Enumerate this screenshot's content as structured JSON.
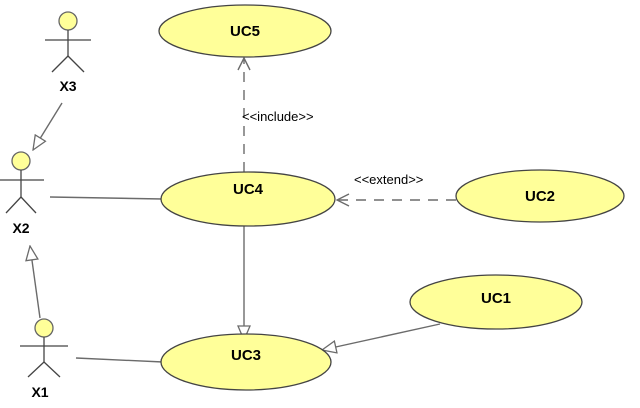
{
  "diagram": {
    "use_cases": {
      "uc1": "UC1",
      "uc2": "UC2",
      "uc3": "UC3",
      "uc4": "UC4",
      "uc5": "UC5"
    },
    "actors": {
      "x1": "X1",
      "x2": "X2",
      "x3": "X3"
    },
    "stereotypes": {
      "include": "<<include>>",
      "extend": "<<extend>>"
    },
    "colors": {
      "use_case_fill": "#ffff99",
      "actor_head_fill": "#ffff99",
      "line": "#6b6b6b",
      "outline": "#444444"
    }
  }
}
